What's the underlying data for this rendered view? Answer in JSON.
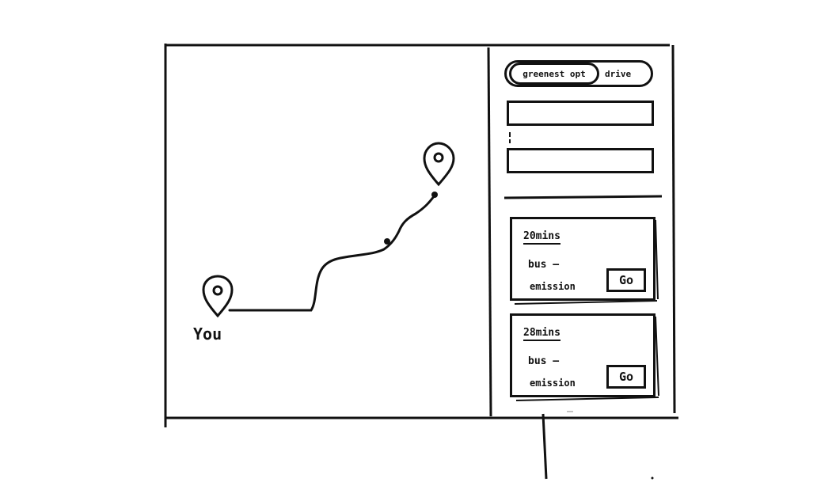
{
  "toggle": {
    "active_label": "greenest opt",
    "inactive_label": "drive"
  },
  "inputs": {
    "origin_value": "",
    "destination_value": ""
  },
  "map": {
    "you_label": "You"
  },
  "routes": [
    {
      "duration": "20mins",
      "mode": "bus —",
      "emission": "emission",
      "go_label": "Go"
    },
    {
      "duration": "28mins",
      "mode": "bus —",
      "emission": "emission",
      "go_label": "Go"
    }
  ]
}
